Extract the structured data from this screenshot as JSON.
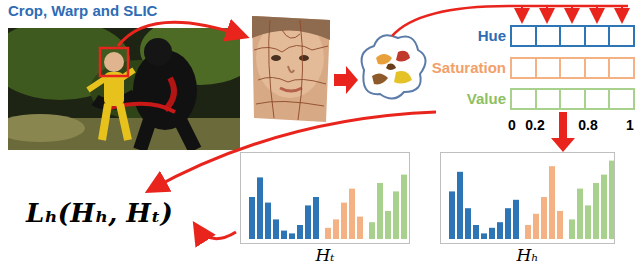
{
  "diagram": {
    "nodes": [
      {
        "text": [
          "Hue"
        ]
      },
      {
        "text": [
          "Saturation"
        ]
      },
      {
        "text": [
          "Value"
        ]
      },
      {
        "text": [
          "Hₜ"
        ]
      },
      {
        "text": [
          "Hₕ"
        ]
      }
    ],
    "edges": [
      {
        "from": 2,
        "to": 4,
        "arrow": "to"
      }
    ],
    "labels": [
      "Crop, Warp and SLIC",
      "0",
      "0.2",
      "0.8",
      "1",
      "Lₕ(Hₕ, Hₜ)"
    ]
  }
}
